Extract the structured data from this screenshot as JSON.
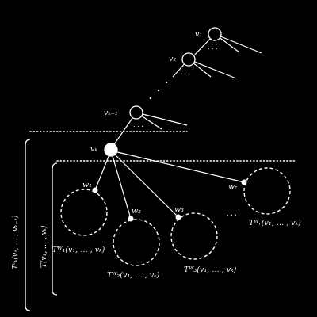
{
  "diagram": {
    "nodes": {
      "v1": "v₁",
      "v2": "v₂",
      "vk_minus_1": "vₖ₋₁",
      "vk": "vₖ",
      "w1": "w₁",
      "w2": "w₂",
      "w3": "w₃",
      "wr": "wᵣ"
    },
    "subtrees": {
      "T_w1": "Tᵂ₁(v₁, … , vₖ)",
      "T_w2": "Tᵂ₂(v₁, … , vₖ)",
      "T_w3": "Tᵂ₃(v₁, … , vₖ)",
      "T_wr": "Tᵂᵣ(v₁, … , vₖ)"
    },
    "brackets": {
      "outer": "Tᵛₖ(v₁, … , vₖ₋₁)",
      "inner": "T(v₁, … , vₖ)"
    },
    "ellipses": {
      "under_v1": ". . .",
      "under_v2": ". . .",
      "under_vk_minus_1": ". . .",
      "path": ". . .",
      "between_subtrees": ". . ."
    },
    "colors": {
      "background": "#000000",
      "foreground": "#ffffff"
    }
  }
}
